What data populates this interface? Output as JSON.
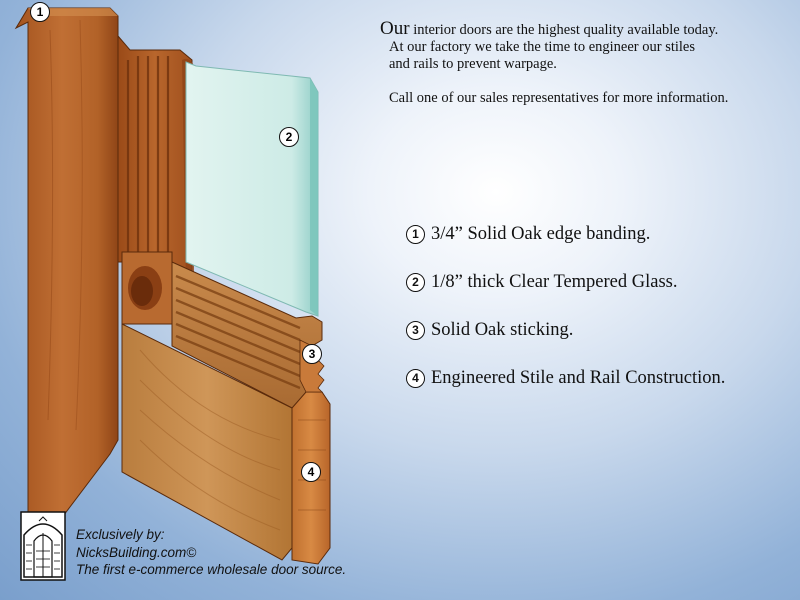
{
  "intro": {
    "lead_word": "Our",
    "line1_rest": " interior doors are the highest quality available today.",
    "line2": "At our factory we take the time to engineer our stiles",
    "line3": "and rails to prevent warpage.",
    "line4": "Call one of our sales representatives for more information."
  },
  "callouts": [
    {
      "number": "1",
      "text": "3/4” Solid Oak edge banding."
    },
    {
      "number": "2",
      "text": "1/8” thick Clear Tempered Glass."
    },
    {
      "number": "3",
      "text": "Solid Oak sticking."
    },
    {
      "number": "4",
      "text": "Engineered Stile and Rail Construction."
    }
  ],
  "footer": {
    "line1": "Exclusively by:",
    "line2": "NicksBuilding.com©",
    "line3": "The first e-commerce wholesale door source."
  },
  "icons": {
    "logo": "door-logo-icon"
  }
}
